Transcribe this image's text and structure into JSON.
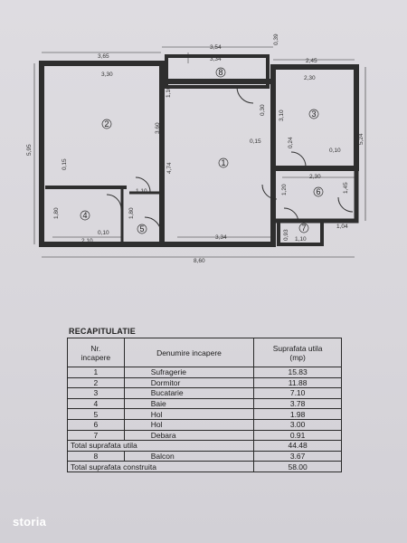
{
  "dimensions": {
    "top_365": "3,65",
    "top_330": "3,30",
    "top_354": "3,54",
    "top_334": "3,34",
    "top_039": "0,39",
    "top_245": "2,45",
    "top_230": "2,30",
    "left_595": "5,95",
    "right_524": "5,24",
    "mid_360": "3,60",
    "mid_474": "4,74",
    "mid_110v": "1,10",
    "mid_030": "0,30",
    "mid_310": "3,10",
    "mid_015a": "0,15",
    "mid_024": "0,24",
    "mid_010a": "0,10",
    "mid_015b": "0,15",
    "mid_110h": "1,10",
    "mid_230b": "2,30",
    "mid_120": "1,20",
    "mid_145": "1,45",
    "bot_180a": "1,80",
    "bot_180b": "1,80",
    "bot_010": "0,10",
    "bot_210": "2,10",
    "bot_334": "3,34",
    "bot_093": "0,93",
    "bot_110": "1,10",
    "bot_104": "1,04",
    "total_860": "8,60"
  },
  "rooms": [
    "1",
    "2",
    "3",
    "4",
    "5",
    "6",
    "7",
    "8"
  ],
  "recap": {
    "title": "RECAPITULATIE",
    "headers": {
      "nr": "Nr.\nincapere",
      "name": "Denumire incapere",
      "area": "Suprafata utila\n(mp)"
    },
    "rows": [
      {
        "nr": "1",
        "name": "Sufragerie",
        "area": "15.83"
      },
      {
        "nr": "2",
        "name": "Dormitor",
        "area": "11.88"
      },
      {
        "nr": "3",
        "name": "Bucatarie",
        "area": "7.10"
      },
      {
        "nr": "4",
        "name": "Baie",
        "area": "3.78"
      },
      {
        "nr": "5",
        "name": "Hol",
        "area": "1.98"
      },
      {
        "nr": "6",
        "name": "Hol",
        "area": "3.00"
      },
      {
        "nr": "7",
        "name": "Debara",
        "area": "0.91"
      }
    ],
    "total_util": {
      "label": "Total suprafata utila",
      "area": "44.48"
    },
    "balcon": {
      "nr": "8",
      "name": "Balcon",
      "area": "3.67"
    },
    "total_constr": {
      "label": "Total suprafata construita",
      "area": "58.00"
    }
  },
  "brand": {
    "logo": "storia"
  }
}
